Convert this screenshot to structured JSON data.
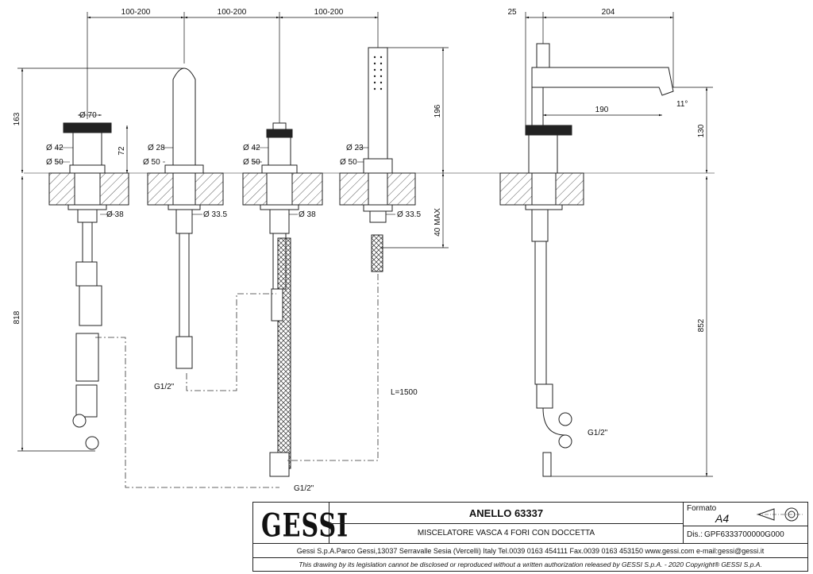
{
  "dimensions": {
    "top_spacing": [
      "100-200",
      "100-200",
      "100-200"
    ],
    "side_top": [
      "25",
      "204"
    ],
    "height_163": "163",
    "height_72": "72",
    "height_196": "196",
    "height_40max": "40 MAX",
    "height_818": "818",
    "height_130": "130",
    "height_852": "852",
    "spout_190": "190",
    "angle_11": "11°",
    "d70": "Ø 70",
    "d42a": "Ø 42",
    "d50a": "Ø 50",
    "d38a": "Ø 38",
    "d28": "Ø 28",
    "d50b": "Ø 50",
    "d33a": "Ø 33.5",
    "d42b": "Ø 42",
    "d50c": "Ø 50",
    "d38b": "Ø 38",
    "d23": "Ø 23",
    "d50d": "Ø 50",
    "d33b": "Ø 33.5",
    "g12a": "G1/2\"",
    "g12b": "G1/2\"",
    "g12c": "G1/2\"",
    "l1500": "L=1500"
  },
  "title_block": {
    "logo": "GESSI",
    "product_title": "ANELLO 63337",
    "product_subtitle": "MISCELATORE VASCA 4 FORI CON DOCCETTA",
    "formato_label": "Formato",
    "formato_value": "A4",
    "dis_label": "Dis.:",
    "dis_value": "GPF6333700000G000",
    "company_line": "Gessi S.p.A.Parco Gessi,13037 Serravalle Sesia (Vercelli) Italy Tel.0039 0163 454111 Fax.0039 0163 453150 www.gessi.com e-mail:gessi@gessi.it",
    "legal_line": "This drawing by its legislation cannot be disclosed or reproduced without a written authorization released by GESSI S.p.A. - 2020 Copyright® GESSI S.p.A."
  }
}
